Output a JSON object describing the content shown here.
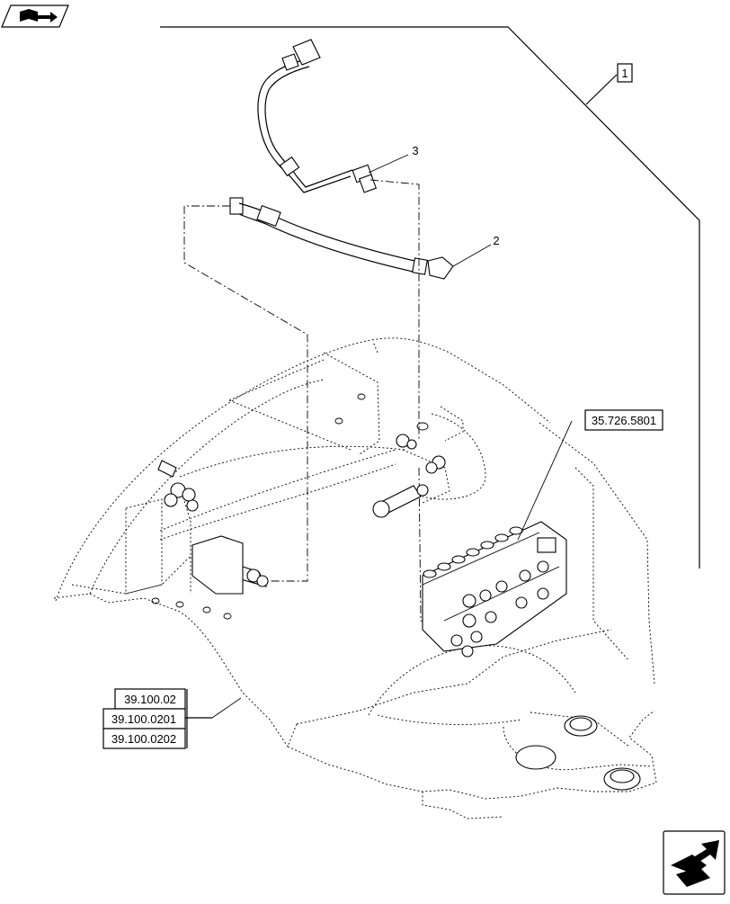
{
  "callouts": {
    "item_1": "1",
    "item_2": "2",
    "item_3": "3"
  },
  "references": {
    "valve_ref": "35.726.5801",
    "frame_refs": [
      "39.100.02",
      "39.100.0201",
      "39.100.0202"
    ]
  },
  "icons": {
    "top_left": "book-arrow-icon",
    "bottom_right": "next-page-arrow-icon"
  }
}
